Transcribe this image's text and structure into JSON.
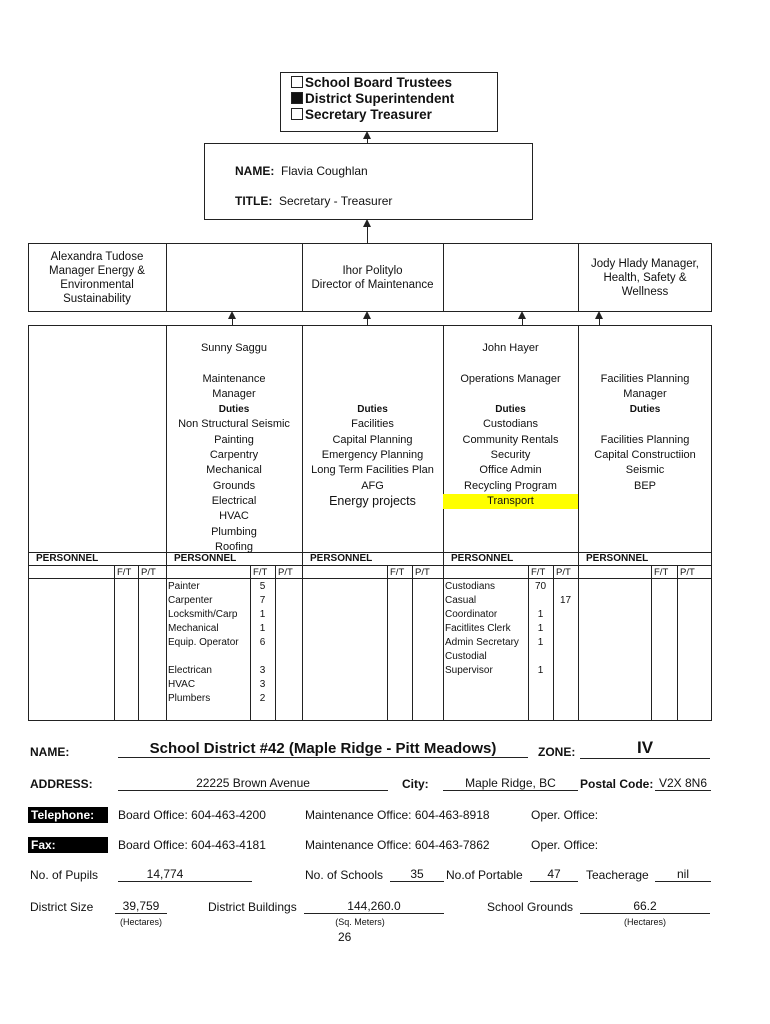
{
  "top_options": [
    {
      "label": "School Board Trustees",
      "checked": false
    },
    {
      "label": "District Superintendent",
      "checked": true
    },
    {
      "label": "Secretary Treasurer",
      "checked": false
    }
  ],
  "head": {
    "name_label": "NAME:",
    "name": "Flavia Coughlan",
    "title_label": "TITLE:",
    "title": "Secretary - Treasurer"
  },
  "row1": [
    [
      "Alexandra Tudose",
      "Manager Energy &",
      "Environmental",
      "Sustainability"
    ],
    [],
    [
      "Ihor Politylo",
      "Director of Maintenance"
    ],
    [],
    [
      "Jody Hlady Manager,",
      "Health, Safety &",
      "Wellness"
    ]
  ],
  "duties": [
    [],
    [
      "Sunny Saggu",
      "",
      "Maintenance",
      "Manager",
      "Duties",
      "Non Structural Seismic",
      "Painting",
      "Carpentry",
      "Mechanical",
      "Grounds",
      "Electrical",
      "HVAC",
      "Plumbing",
      "Roofing"
    ],
    [
      "",
      "",
      "",
      "",
      "Duties",
      "Facilities",
      "Capital Planning",
      "Emergency Planning",
      "Long Term Facilities Plan",
      "AFG",
      "Energy projects"
    ],
    [
      "John Hayer",
      "",
      "Operations Manager",
      "",
      "Duties",
      "Custodians",
      "Community Rentals",
      "Security",
      "Office Admin",
      "Recycling Program",
      "Transport"
    ],
    [
      "",
      "",
      "Facilities Planning",
      "Manager",
      "Duties",
      "",
      "Facilities Planning",
      "Capital Constructiion",
      "Seismic",
      "BEP"
    ]
  ],
  "highlight_color": "#ffff00",
  "personnel_label": "PERSONNEL",
  "ft_label": "F/T",
  "pt_label": "P/T",
  "personnel": [
    [],
    [
      {
        "role": "Painter",
        "ft": "5",
        "pt": ""
      },
      {
        "role": "Carpenter",
        "ft": "7",
        "pt": ""
      },
      {
        "role": "Locksmith/Carp",
        "ft": "1",
        "pt": ""
      },
      {
        "role": "Mechanical",
        "ft": "1",
        "pt": ""
      },
      {
        "role": "Equip. Operator",
        "ft": "6",
        "pt": ""
      },
      {
        "role": "",
        "ft": "",
        "pt": ""
      },
      {
        "role": "Electrican",
        "ft": "3",
        "pt": ""
      },
      {
        "role": "HVAC",
        "ft": "3",
        "pt": ""
      },
      {
        "role": "Plumbers",
        "ft": "2",
        "pt": ""
      }
    ],
    [],
    [
      {
        "role": "Custodians",
        "ft": "70",
        "pt": ""
      },
      {
        "role": "Casual",
        "ft": "",
        "pt": "17"
      },
      {
        "role": "Coordinator",
        "ft": "1",
        "pt": ""
      },
      {
        "role": "Facitlites Clerk",
        "ft": "1",
        "pt": ""
      },
      {
        "role": "Admin Secretary",
        "ft": "1",
        "pt": ""
      },
      {
        "role": "Custodial",
        "ft": "",
        "pt": ""
      },
      {
        "role": "Supervisor",
        "ft": "1",
        "pt": ""
      }
    ],
    []
  ],
  "form": {
    "name_label": "NAME:",
    "name": "School District #42 (Maple Ridge - Pitt Meadows)",
    "zone_label": "ZONE:",
    "zone": "IV",
    "address_label": "ADDRESS:",
    "address": "22225 Brown Avenue",
    "city_label": "City:",
    "city": "Maple Ridge, BC",
    "postal_label": "Postal Code:",
    "postal": "V2X 8N6",
    "tel_label": "Telephone:",
    "tel_board": "Board Office:  604-463-4200",
    "tel_maint": "Maintenance Office:  604-463-8918",
    "tel_oper": "Oper. Office:",
    "fax_label": "Fax:",
    "fax_board": "Board Office:  604-463-4181",
    "fax_maint": "Maintenance Office:  604-463-7862",
    "fax_oper": "Oper. Office:",
    "pupils_label": "No. of Pupils",
    "pupils": "14,774",
    "schools_label": "No. of Schools",
    "schools": "35",
    "portable_label": "No.of Portable",
    "portable": "47",
    "teacherage_label": "Teacherage",
    "teacherage": "nil",
    "size_label": "District Size",
    "size": "39,759",
    "size_unit": "(Hectares)",
    "buildings_label": "District Buildings",
    "buildings": "144,260.0",
    "buildings_unit": "(Sq. Meters)",
    "grounds_label": "School Grounds",
    "grounds": "66.2",
    "grounds_unit": "(Hectares)"
  },
  "page_number": "26"
}
